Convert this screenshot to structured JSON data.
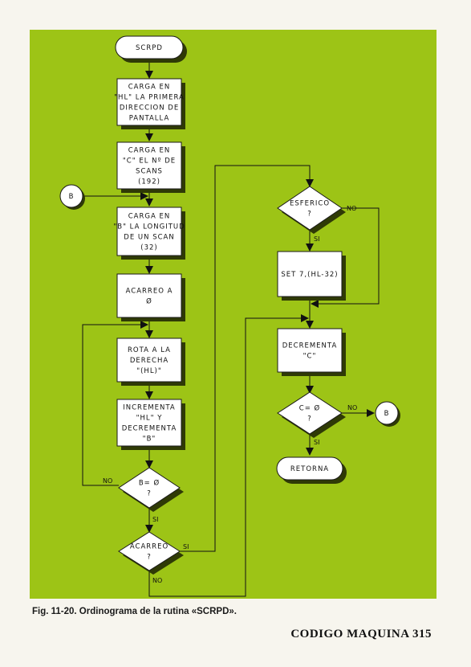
{
  "nodes": {
    "start": [
      "SCRPD"
    ],
    "load_hl": [
      "CARGA EN",
      "\"HL\" LA PRIMERA",
      "DIRECCION DE",
      "PANTALLA"
    ],
    "load_c": [
      "CARGA EN",
      "\"C\" EL Nº DE",
      "SCANS",
      "(192)"
    ],
    "connector_b_in": [
      "B"
    ],
    "load_b": [
      "CARGA EN",
      "\"B\" LA LONGITUD",
      "DE UN SCAN",
      "(32)"
    ],
    "carry": [
      "ACARREO A",
      "Ø"
    ],
    "rotate": [
      "ROTA A LA",
      "DERECHA",
      "\"(HL)\""
    ],
    "inc_dec": [
      "INCREMENTA",
      "\"HL\" Y",
      "DECREMENTA",
      "\"B\""
    ],
    "b_zero": [
      "B= Ø",
      "?"
    ],
    "acarreo_q": [
      "ACARREO",
      "?"
    ],
    "esferico": [
      "ESFERICO",
      "?"
    ],
    "set7": [
      "SET 7,(HL-32)"
    ],
    "dec_c": [
      "DECREMENTA",
      "\"C\""
    ],
    "c_zero": [
      "C= Ø",
      "?"
    ],
    "connector_b_out": [
      "B"
    ],
    "retorna": [
      "RETORNA"
    ]
  },
  "edge_labels": {
    "b_zero_no": "NO",
    "b_zero_si": "SI",
    "acarreo_si": "SI",
    "acarreo_no": "NO",
    "esferico_no": "NO",
    "esferico_si": "SI",
    "c_zero_no": "NO",
    "c_zero_si": "SI"
  },
  "caption": "Fig. 11-20. Ordinograma de la rutina «SCRPD».",
  "footer": "CODIGO MAQUINA 315",
  "colors": {
    "panel": "#9dc416",
    "box": "#ffffff",
    "shadow": "#2f3a06",
    "line": "#111111"
  }
}
